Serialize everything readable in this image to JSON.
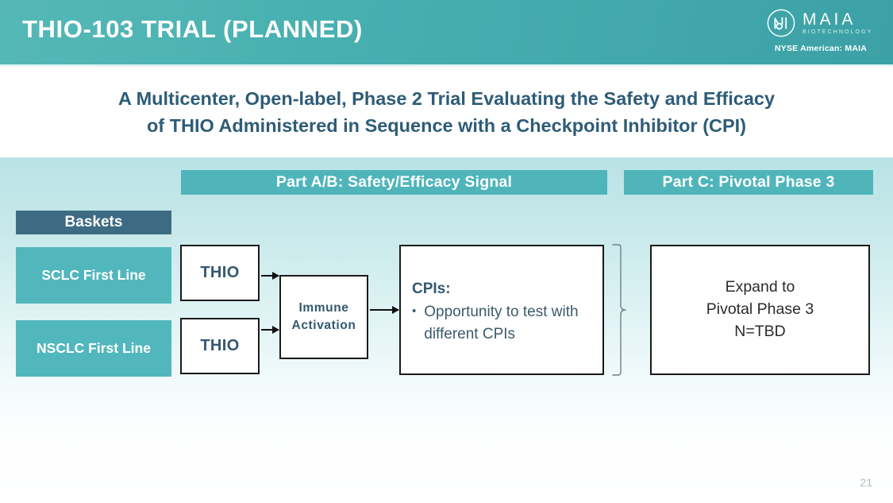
{
  "header": {
    "title": "THIO-103 TRIAL (PLANNED)",
    "logo": {
      "mark": "maia-monogram-icon",
      "brand": "MAIA",
      "tagline": "BIOTECHNOLOGY",
      "ticker": "NYSE American: MAIA"
    }
  },
  "subtitle": {
    "line1": "A Multicenter, Open-label, Phase 2 Trial Evaluating the Safety and Efficacy",
    "line2": "of THIO Administered in Sequence with a Checkpoint Inhibitor (CPI)"
  },
  "diagram": {
    "banners": [
      {
        "label": "Part A/B: Safety/Efficacy Signal"
      },
      {
        "label": "Part C: Pivotal Phase 3"
      }
    ],
    "baskets_header": "Baskets",
    "baskets": [
      {
        "label": "SCLC First Line"
      },
      {
        "label": "NSCLC First Line"
      }
    ],
    "thio_boxes": [
      {
        "label": "THIO"
      },
      {
        "label": "THIO"
      }
    ],
    "immune_activation": {
      "line1": "Immune",
      "line2": "Activation"
    },
    "cpis": {
      "title": "CPIs:",
      "bullet_marker": "•",
      "bullet_text": "Opportunity to test with different CPIs"
    },
    "expand": {
      "line1": "Expand to",
      "line2": "Pivotal Phase 3",
      "line3": "N=TBD"
    }
  },
  "footer": {
    "page_number": "21"
  },
  "colors": {
    "header_teal": "#47afb0",
    "banner_teal": "#4fb5bb",
    "basket_teal": "#52b7bd",
    "baskets_header_slate": "#3d6b83",
    "subtitle_navy": "#2e5c77",
    "content_top": "#b9e3e6"
  }
}
